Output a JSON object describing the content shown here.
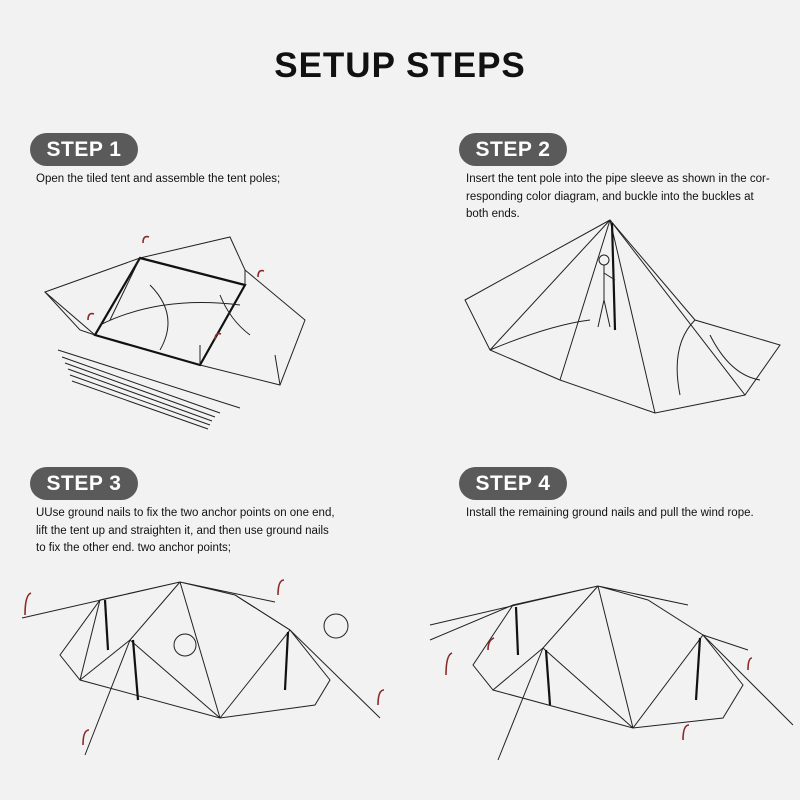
{
  "title": "SETUP STEPS",
  "steps": [
    {
      "label": "STEP 1",
      "text": "Open the tiled tent and assemble the tent poles;"
    },
    {
      "label": "STEP 2",
      "text": "Insert the tent pole into the pipe sleeve as shown in the cor-responding color diagram, and buckle into the buckles at both ends."
    },
    {
      "label": "STEP 3",
      "text": "UUse ground nails to fix the two anchor points on one end, lift the tent up and straighten it, and then use ground nails to fix the other end. two anchor points;"
    },
    {
      "label": "STEP 4",
      "text": "Install the remaining ground nails and pull the wind rope."
    }
  ]
}
